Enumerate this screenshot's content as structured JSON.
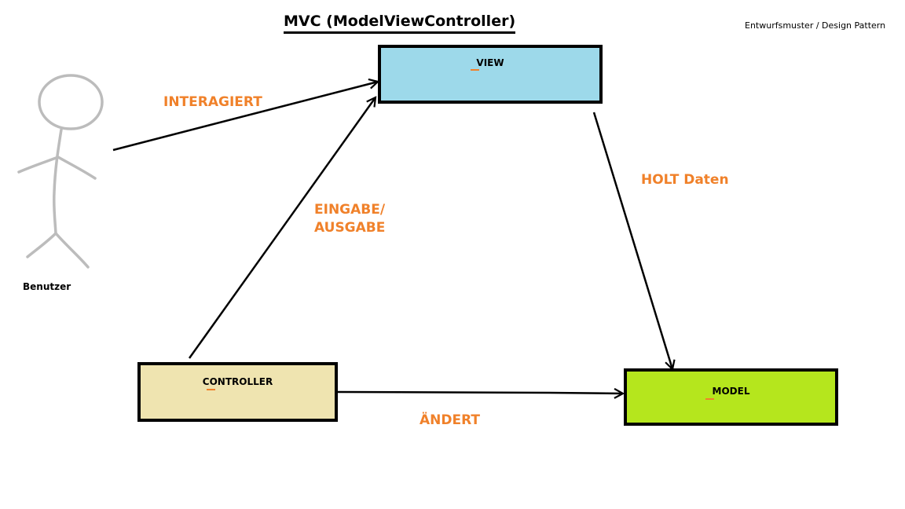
{
  "title": "MVC (ModelViewController)",
  "subtitle": "Entwurfsmuster / Design Pattern",
  "actor": {
    "label": "Benutzer",
    "icon": "stick-figure-icon"
  },
  "nodes": {
    "view": {
      "label": "VIEW",
      "color": "#9dd9ea"
    },
    "controller": {
      "label": "CONTROLLER",
      "color": "#efe4b0"
    },
    "model": {
      "label": "MODEL",
      "color": "#b5e61d"
    }
  },
  "edges": {
    "user_to_view": "INTERAGIERT",
    "controller_to_view_line1": "EINGABE/",
    "controller_to_view_line2": "AUSGABE",
    "view_to_model": "HOLT Daten",
    "controller_to_model": "ÄNDERT"
  },
  "colors": {
    "accent": "#f0812a",
    "stroke": "#000000",
    "actor_stroke": "#bcbcbc"
  }
}
